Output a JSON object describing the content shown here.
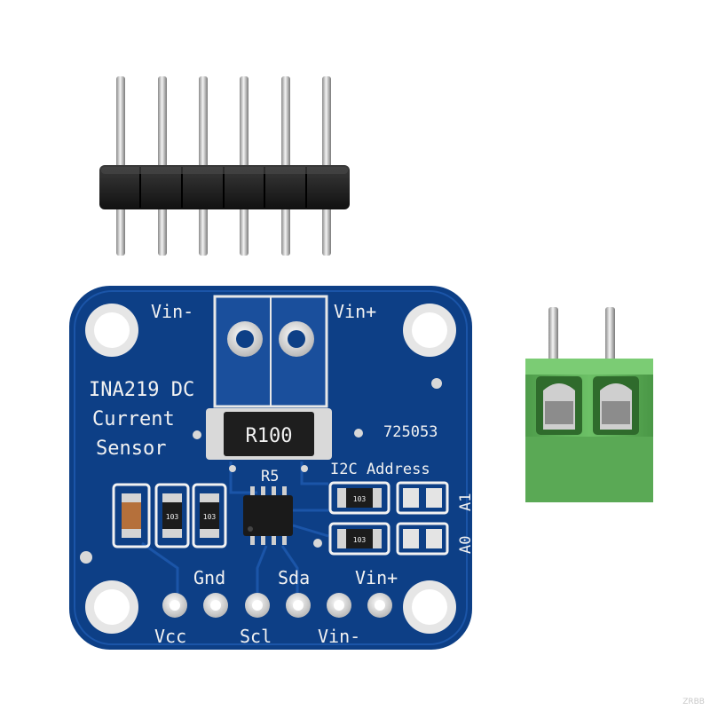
{
  "board": {
    "vin_minus_top": "Vin-",
    "vin_plus_top": "Vin+",
    "title_line1": "INA219 DC",
    "title_line2": "Current",
    "title_line3": "Sensor",
    "shunt_value": "R100",
    "part_number": "725053",
    "r5_label": "R5",
    "i2c_label": "I2C Address",
    "a1_label": "A1",
    "a0_label": "A0",
    "resistor_code": "103",
    "pin_labels": {
      "vcc": "Vcc",
      "gnd": "Gnd",
      "scl": "Scl",
      "sda": "Sda",
      "vin_minus": "Vin-",
      "vin_plus": "Vin+"
    }
  },
  "watermark": "ZRBB",
  "colors": {
    "pcb": "#0d3f86",
    "pcb_light": "#1b55a8",
    "terminal": "#5fb25a",
    "header_plastic": "#1a1a1a",
    "silkscreen": "#f2f2f2"
  }
}
